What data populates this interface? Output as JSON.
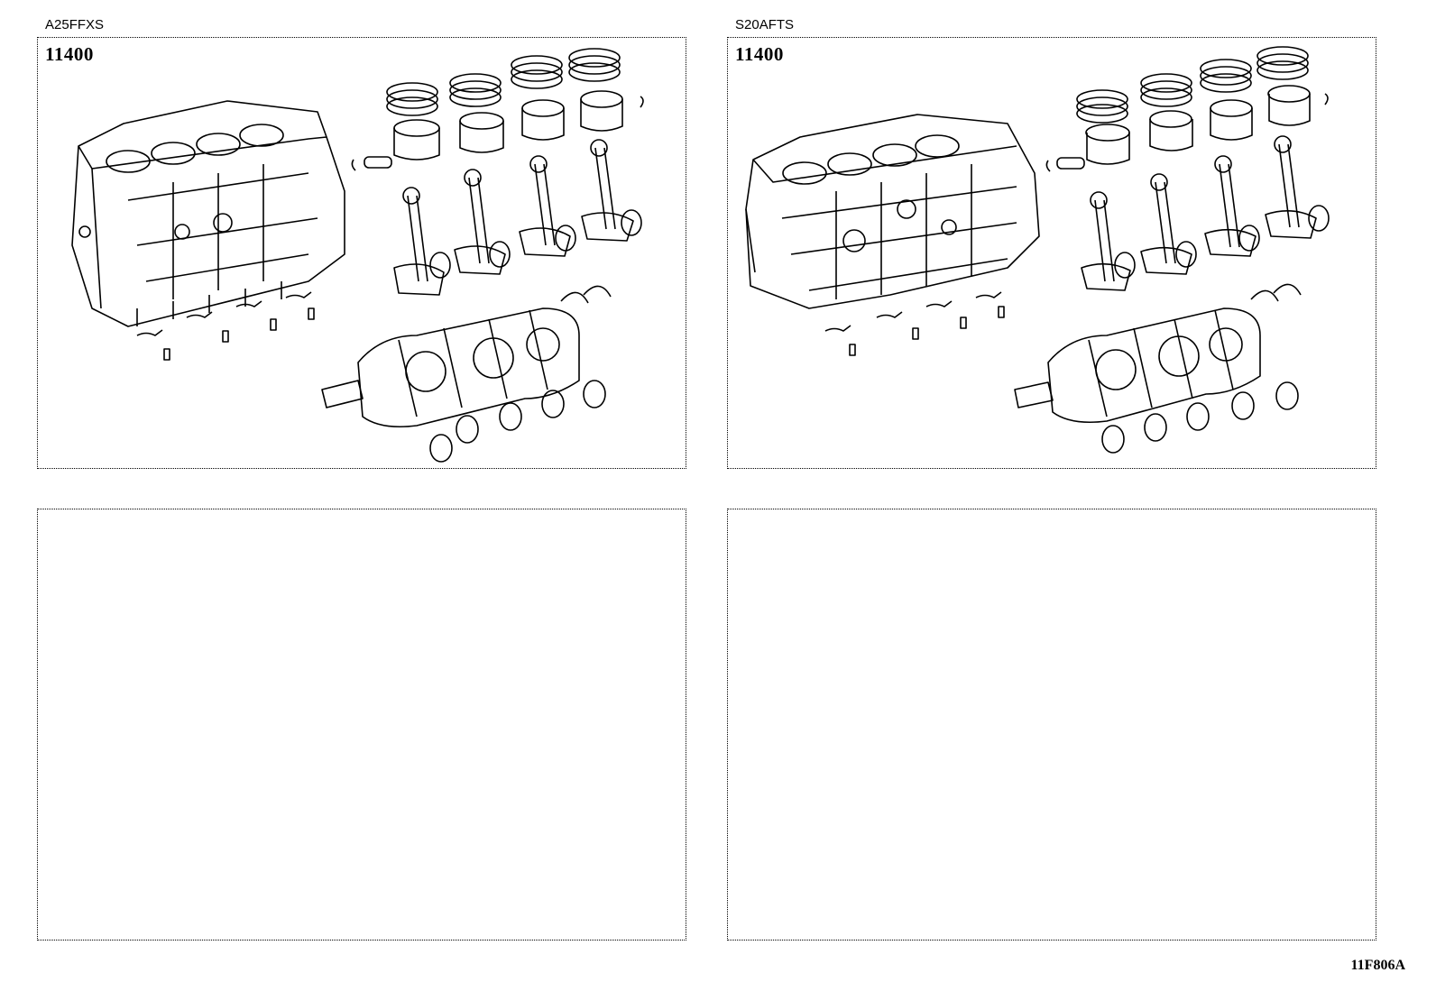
{
  "panels": [
    {
      "engine": "A25FFXS",
      "part_number": "11400"
    },
    {
      "engine": "S20AFTS",
      "part_number": "11400"
    }
  ],
  "reference_code": "11F806A"
}
